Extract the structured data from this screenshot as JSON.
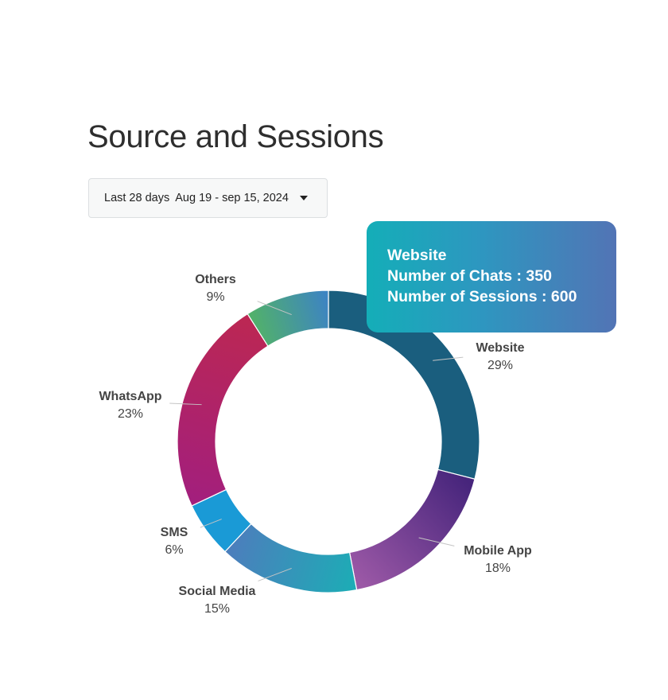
{
  "header": {
    "title": "Source and Sessions"
  },
  "date_filter": {
    "period": "Last 28 days",
    "range": "Aug 19 - sep 15, 2024"
  },
  "tooltip": {
    "source": "Website",
    "chats_line": "Number of Chats : 350",
    "sessions_line": "Number of Sessions : 600"
  },
  "chart_data": {
    "type": "pie",
    "variant": "donut",
    "categories": [
      "Website",
      "Mobile App",
      "Social Media",
      "SMS",
      "WhatsApp",
      "Others"
    ],
    "values": [
      29,
      18,
      15,
      6,
      23,
      9
    ],
    "labels": [
      "29%",
      "18%",
      "15%",
      "6%",
      "23%",
      "9%"
    ],
    "colors": [
      [
        "#1a5e7e",
        "#1a5e7e"
      ],
      [
        "#47257c",
        "#9b58a6"
      ],
      [
        "#1eabb6",
        "#4b7fbc"
      ],
      [
        "#1a9ad6",
        "#1a9ad6"
      ],
      [
        "#a31f7c",
        "#bb2754"
      ],
      [
        "#51b06c",
        "#3d84c2"
      ]
    ]
  }
}
